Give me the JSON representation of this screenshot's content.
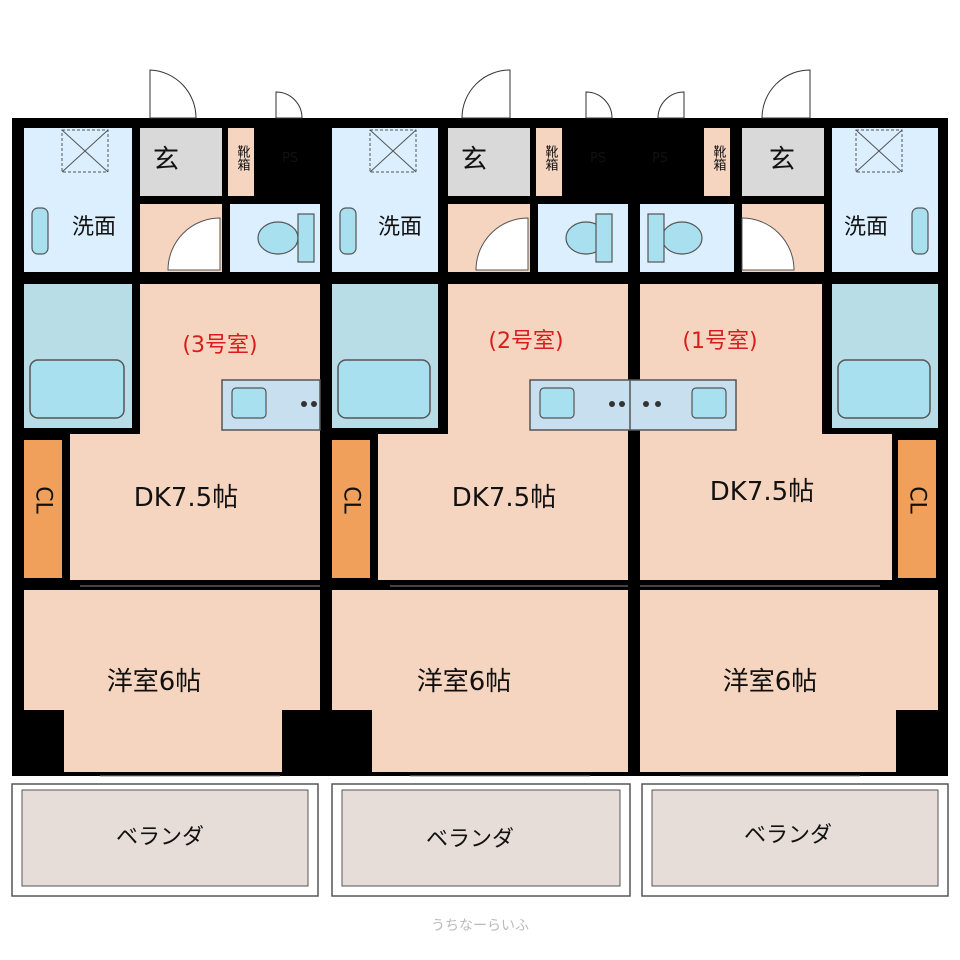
{
  "units": [
    {
      "id": "3",
      "room_label": "(3号室)",
      "entrance": "玄",
      "shoe_box": "靴箱",
      "ps": "PS",
      "washroom": "洗面",
      "closet": "CL",
      "dk": "DK7.5帖",
      "western_room": "洋室6帖",
      "veranda": "ベランダ"
    },
    {
      "id": "2",
      "room_label": "(2号室)",
      "entrance": "玄",
      "shoe_box": "靴箱",
      "ps": "PS",
      "washroom": "洗面",
      "closet": "CL",
      "dk": "DK7.5帖",
      "western_room": "洋室6帖",
      "veranda": "ベランダ"
    },
    {
      "id": "1",
      "room_label": "(1号室)",
      "entrance": "玄",
      "shoe_box": "靴箱",
      "ps": "PS",
      "washroom": "洗面",
      "closet": "CL",
      "dk": "DK7.5帖",
      "western_room": "洋室6帖",
      "veranda": "ベランダ"
    }
  ],
  "watermark": "うちなーらいふ",
  "colors": {
    "wall": "#000000",
    "room": "#f5d5c0",
    "wet": "#dcefff",
    "bath": "#b9dde6",
    "closet": "#f0a05a",
    "genkan": "#d9d9d9",
    "veranda": "#e6ddd8",
    "fixture": "#a8d8f0"
  }
}
